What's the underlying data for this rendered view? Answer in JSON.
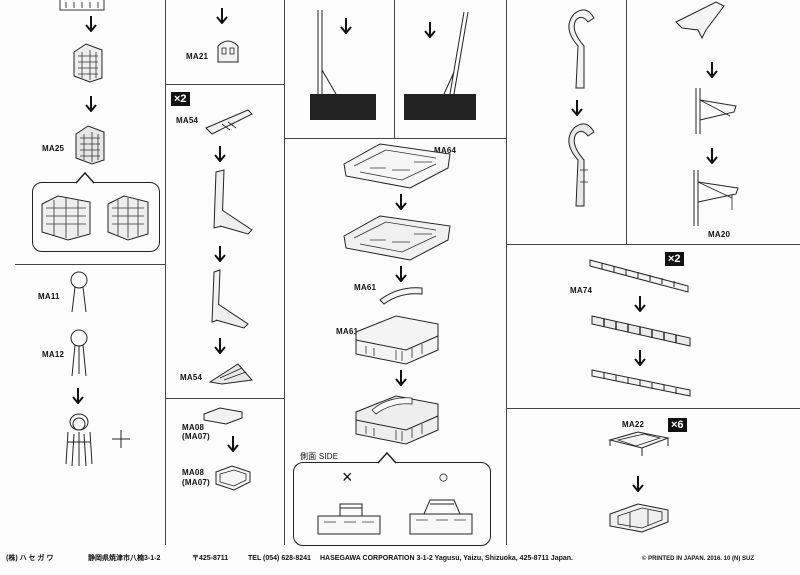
{
  "labels": {
    "ma25": "MA25",
    "ma21": "MA21",
    "ma54_top": "MA54",
    "ma54_bottom": "MA54",
    "ma11": "MA11",
    "ma12": "MA12",
    "ma08_top": "MA08",
    "ma07_top": "(MA07)",
    "ma08_bottom": "MA08",
    "ma07_bottom": "(MA07)",
    "ma64": "MA64",
    "ma61_top": "MA61",
    "ma61_bottom": "MA61",
    "ma20": "MA20",
    "ma74": "MA74",
    "ma22": "MA22"
  },
  "multipliers": {
    "ma54_qty": "×2",
    "ma74_qty": "×2",
    "ma22_qty": "×6"
  },
  "side_view": {
    "label": "側面 SIDE",
    "wrong_mark": "×",
    "right_mark": "○"
  },
  "footer": {
    "company_jp": "(株) ハ セ ガ ワ",
    "address_jp": "静岡県焼津市八楠3-1-2",
    "postal": "〒425-8711",
    "tel": "TEL (054) 628-8241",
    "company_en": "HASEGAWA CORPORATION  3-1-2 Yagusu, Yaizu, Shizuoka, 425-8711 Japan.",
    "printed": "© PRINTED IN JAPAN. 2016. 10 (N) SUZ"
  }
}
